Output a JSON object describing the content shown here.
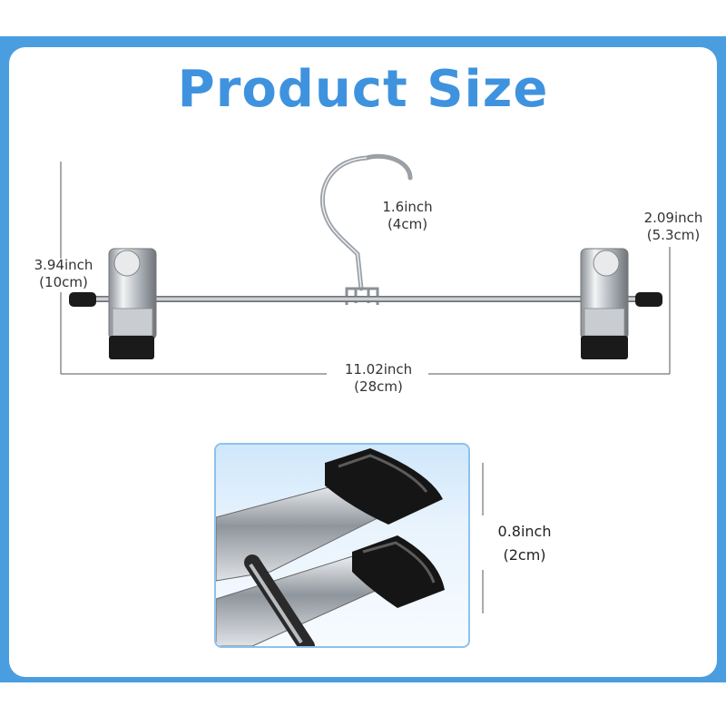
{
  "title": "Product Size",
  "dimensions": {
    "hook": {
      "inch": "1.6inch",
      "cm": "(4cm)"
    },
    "clip_height": {
      "inch": "2.09inch",
      "cm": "(5.3cm)"
    },
    "total_height": {
      "inch": "3.94inch",
      "cm": "(10cm)"
    },
    "width": {
      "inch": "11.02inch",
      "cm": "(28cm)"
    },
    "clip_opening": {
      "inch": "0.8inch",
      "cm": "(2cm)"
    }
  },
  "colors": {
    "accent": "#3f93de",
    "frame": "#4a9ee0",
    "chrome": "#c8ccd2",
    "rubber": "#1a1a1a"
  }
}
